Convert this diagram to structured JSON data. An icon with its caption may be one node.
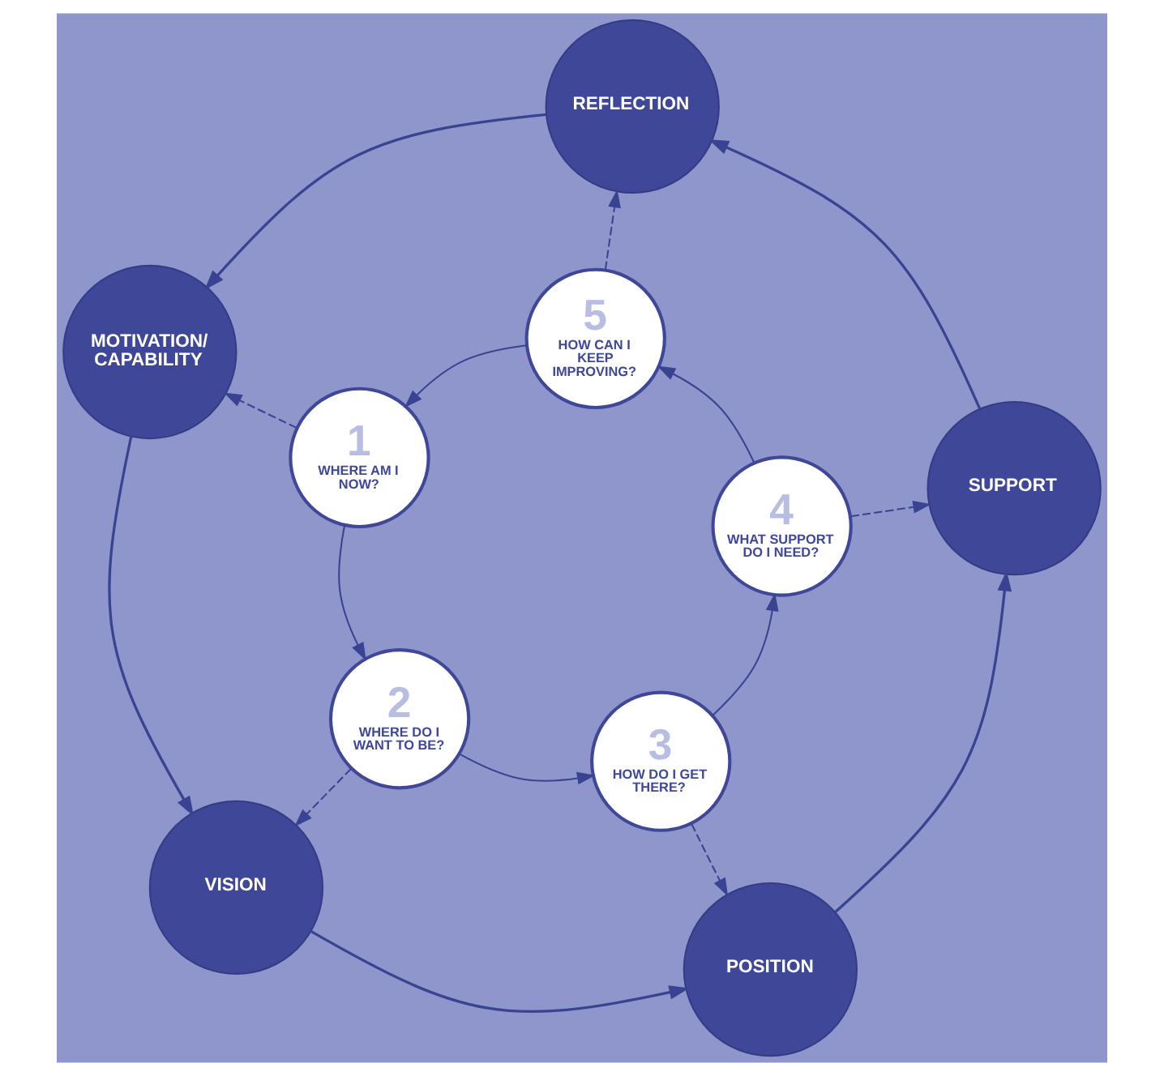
{
  "diagram": {
    "nodes": [
      {
        "text": [
          "MOTIVATION/ CAPABILITY"
        ]
      },
      {
        "text": [
          "VISION"
        ]
      },
      {
        "text": [
          "POSITION"
        ]
      },
      {
        "text": [
          "SUPPORT"
        ]
      },
      {
        "text": [
          "REFLECTION"
        ]
      },
      {
        "text": [
          "1",
          "WHERE AM I NOW?"
        ]
      },
      {
        "text": [
          "2",
          "WHERE DO I WANT TO BE?"
        ]
      },
      {
        "text": [
          "3",
          "HOW DO I GET THERE?"
        ]
      },
      {
        "text": [
          "4",
          "WHAT SUPPORT DO I NEED?"
        ]
      },
      {
        "text": [
          "5",
          "HOW CAN I KEEP IMPROVING?"
        ]
      }
    ],
    "edges": [
      {
        "from": 0,
        "to": 1,
        "arrow": "to"
      },
      {
        "from": 1,
        "to": 2,
        "arrow": "to"
      },
      {
        "from": 2,
        "to": 3,
        "arrow": "to"
      },
      {
        "from": 3,
        "to": 4,
        "arrow": "to"
      },
      {
        "from": 4,
        "to": 0,
        "arrow": "to"
      },
      {
        "from": 5,
        "to": 6,
        "arrow": "to"
      },
      {
        "from": 6,
        "to": 7,
        "arrow": "to"
      },
      {
        "from": 7,
        "to": 8,
        "arrow": "to"
      },
      {
        "from": 8,
        "to": 9,
        "arrow": "to"
      },
      {
        "from": 9,
        "to": 5,
        "arrow": "to"
      },
      {
        "from": 5,
        "to": 0,
        "arrow": "to",
        "style": "dashed"
      },
      {
        "from": 6,
        "to": 1,
        "arrow": "to",
        "style": "dashed"
      },
      {
        "from": 7,
        "to": 2,
        "arrow": "to",
        "style": "dashed"
      },
      {
        "from": 8,
        "to": 3,
        "arrow": "to",
        "style": "dashed"
      },
      {
        "from": 9,
        "to": 4,
        "arrow": "to",
        "style": "dashed"
      }
    ]
  }
}
